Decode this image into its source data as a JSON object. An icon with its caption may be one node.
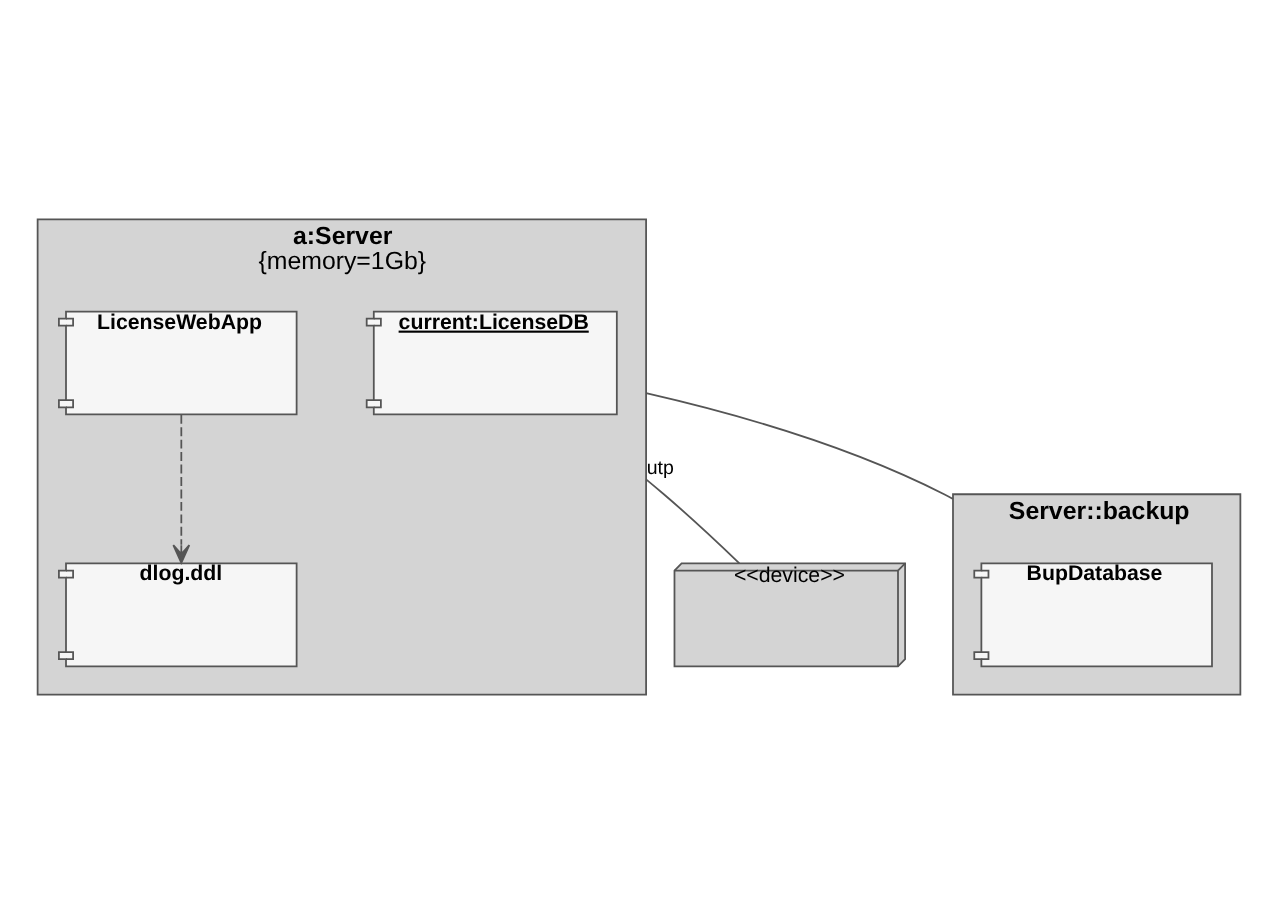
{
  "diagram": {
    "nodes": [
      {
        "text": [
          "a:Server",
          "{memory=1Gb}"
        ]
      },
      {
        "text": [
          "current:LicenseDB"
        ],
        "in": 0
      },
      {
        "text": [
          "dlog.ddl"
        ],
        "in": 0
      },
      {
        "text": [
          "LicenseWebApp"
        ],
        "in": 0
      },
      {
        "text": [
          "<<device>>"
        ]
      },
      {
        "text": [
          "Server::backup"
        ]
      },
      {
        "text": [
          "BupDatabase"
        ],
        "in": 5
      }
    ],
    "edges": [
      {
        "from": 3,
        "to": 2,
        "arrow": "to",
        "style": "dashed"
      },
      {
        "from": 0,
        "to": 4,
        "arrow": "none",
        "label": "utp"
      },
      {
        "from": 0,
        "to": 5,
        "arrow": "none"
      }
    ]
  }
}
